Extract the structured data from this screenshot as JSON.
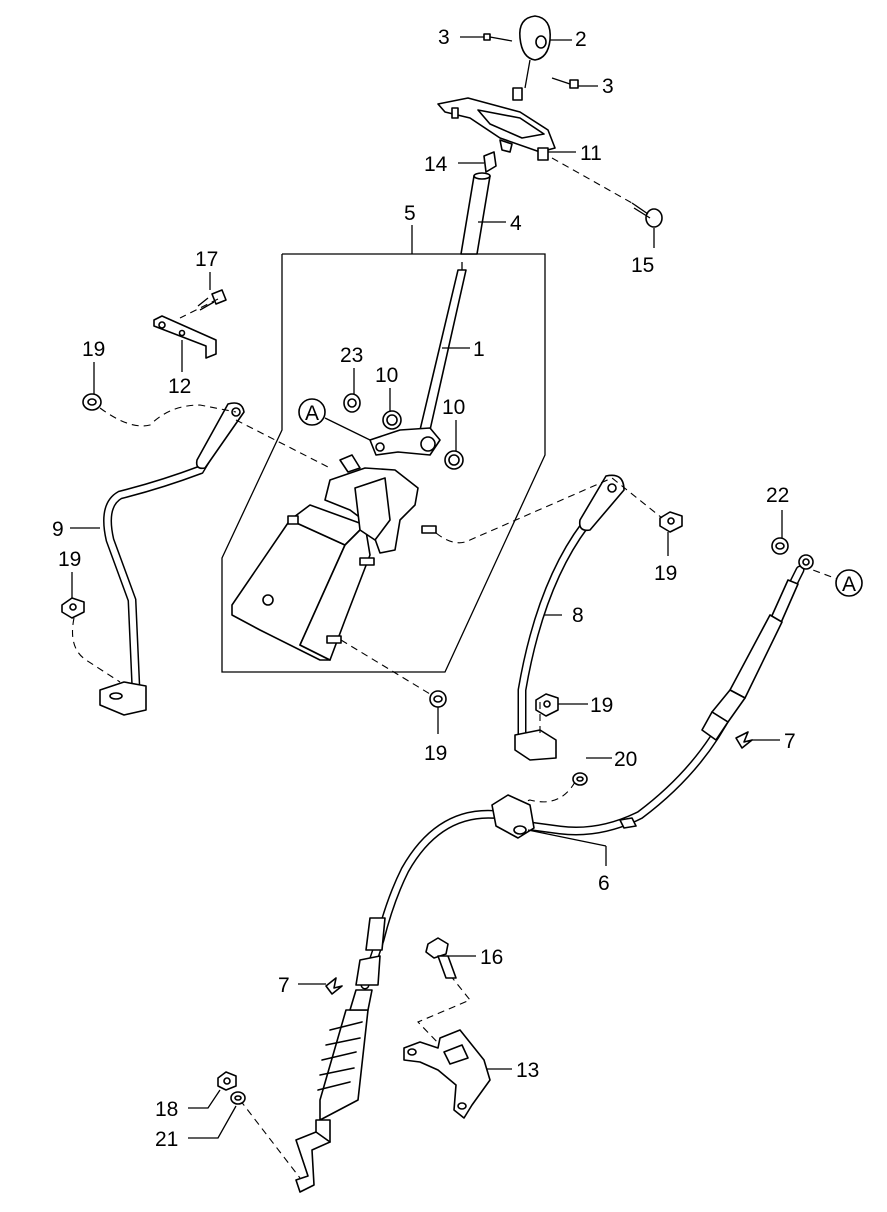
{
  "labels": {
    "p1": "1",
    "p2": "2",
    "p3a": "3",
    "p3b": "3",
    "p4": "4",
    "p5": "5",
    "p6": "6",
    "p7a": "7",
    "p7b": "7",
    "p8": "8",
    "p9": "9",
    "p10a": "10",
    "p10b": "10",
    "p11": "11",
    "p12": "12",
    "p13": "13",
    "p14": "14",
    "p15": "15",
    "p16": "16",
    "p17": "17",
    "p18": "18",
    "p19a": "19",
    "p19b": "19",
    "p19c": "19",
    "p19d": "19",
    "p19e": "19",
    "p20": "20",
    "p21": "21",
    "p22": "22",
    "p23": "23",
    "refA1": "A",
    "refA2": "A"
  },
  "colors": {
    "line": "#000000",
    "background": "#ffffff"
  }
}
